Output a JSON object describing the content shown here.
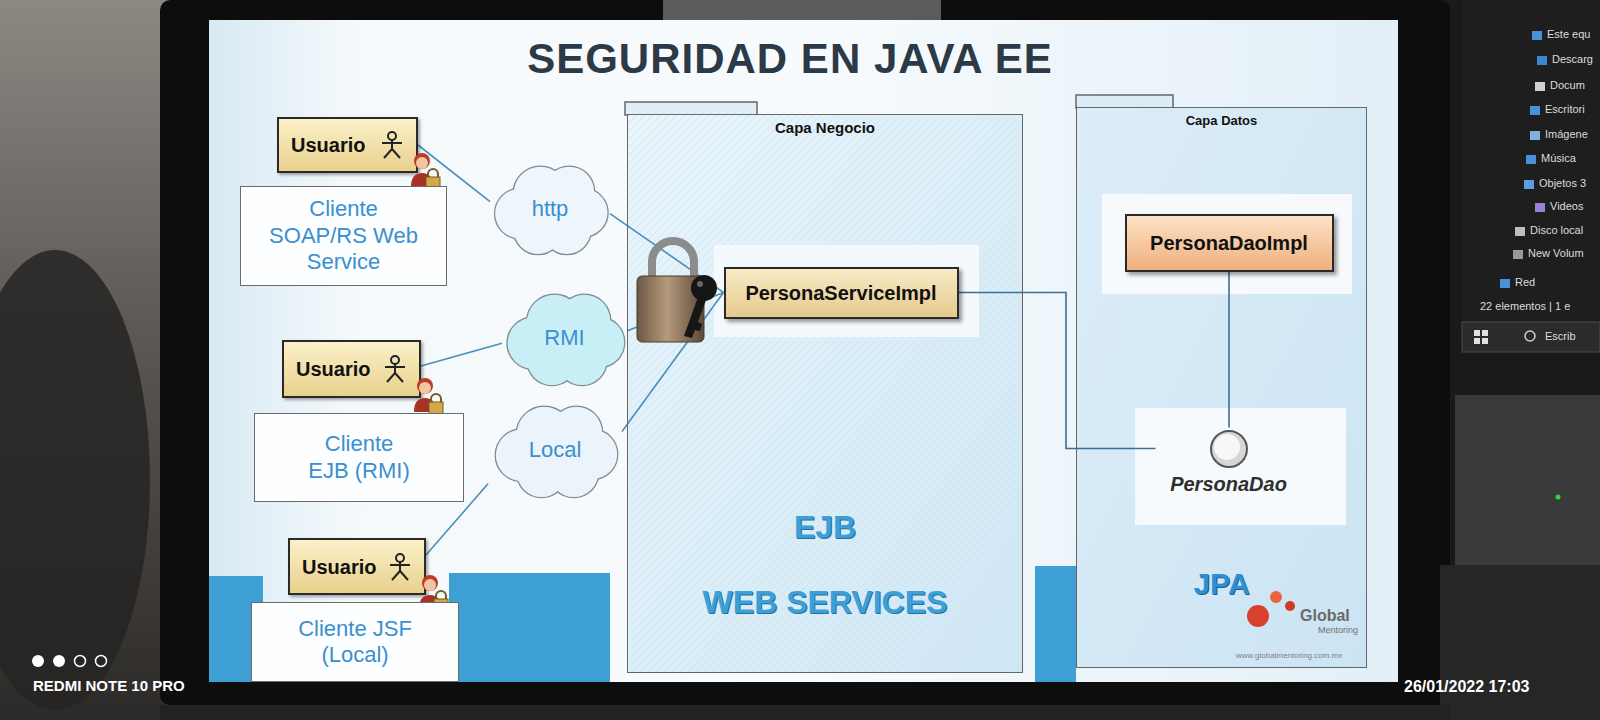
{
  "diagram": {
    "title": "SEGURIDAD EN JAVA EE",
    "nodes": [
      {
        "text": [
          "Usuario"
        ]
      },
      {
        "text": [
          "Cliente SOAP/RS Web Service"
        ]
      },
      {
        "text": [
          "Usuario"
        ]
      },
      {
        "text": [
          "Cliente EJB (RMI)"
        ]
      },
      {
        "text": [
          "Usuario"
        ]
      },
      {
        "text": [
          "Cliente JSF (Local)"
        ]
      },
      {
        "text": [
          "http"
        ]
      },
      {
        "text": [
          "RMI"
        ]
      },
      {
        "text": [
          "Local"
        ]
      },
      {
        "text": [
          "Capa Negocio",
          "EJB",
          "WEB SERVICES"
        ]
      },
      {
        "text": [
          "PersonaServiceImpl"
        ],
        "in": 9
      },
      {
        "text": [
          "Capa Datos",
          "JPA"
        ]
      },
      {
        "text": [
          "PersonaDaoImpl"
        ],
        "in": 11
      },
      {
        "text": [
          "PersonaDao"
        ],
        "in": 11
      }
    ],
    "edges": [
      {
        "from": 0,
        "to": 6,
        "arrow": "none"
      },
      {
        "from": 6,
        "to": 10,
        "arrow": "none"
      },
      {
        "from": 2,
        "to": 7,
        "arrow": "none"
      },
      {
        "from": 7,
        "to": 10,
        "arrow": "none"
      },
      {
        "from": 4,
        "to": 8,
        "arrow": "none"
      },
      {
        "from": 8,
        "to": 10,
        "arrow": "none"
      },
      {
        "from": 10,
        "to": 13,
        "arrow": "none"
      },
      {
        "from": 12,
        "to": 13,
        "arrow": "none"
      }
    ],
    "labels": [
      "Global",
      "Mentoring",
      "www.globalmentoring.com.mx",
      "REDMI NOTE 10 PRO",
      "26/01/2022 17:03",
      "Este equ",
      "Descarg",
      "Docum",
      "Escritori",
      "Imágene",
      "Música",
      "Objetos 3",
      "Videos",
      "Disco local",
      "New Volum",
      "Red",
      "22 elementos | 1 e",
      "Escrib"
    ]
  }
}
